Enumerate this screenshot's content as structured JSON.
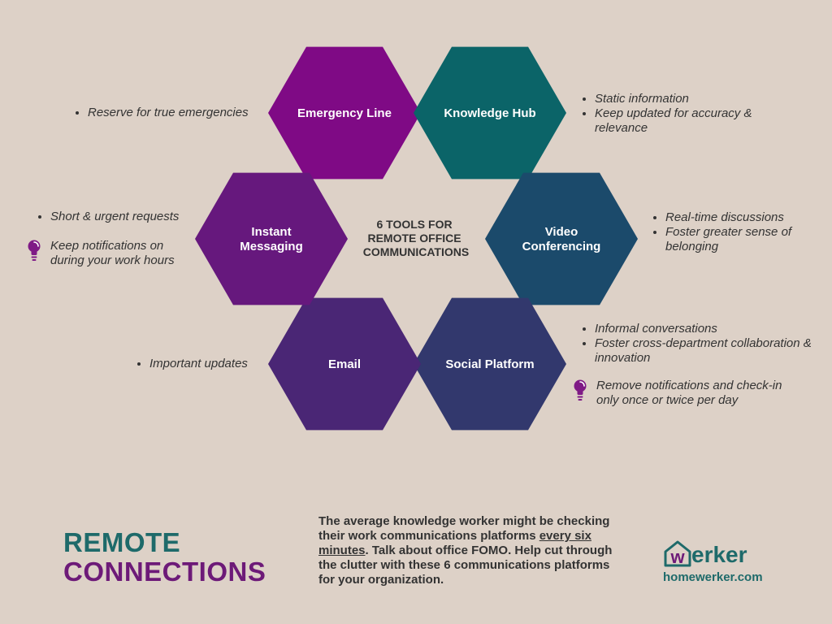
{
  "center": {
    "lines": [
      "6 TOOLS FOR",
      "REMOTE OFFICE",
      "COMMUNICATIONS"
    ]
  },
  "tools": [
    {
      "id": "emergency-line",
      "lines": [
        "Emergency Line"
      ],
      "color": "#7f0a85"
    },
    {
      "id": "knowledge-hub",
      "lines": [
        "Knowledge Hub"
      ],
      "color": "#0b6468"
    },
    {
      "id": "video-conferencing",
      "lines": [
        "Video",
        "Conferencing"
      ],
      "color": "#1b4a6b"
    },
    {
      "id": "social-platform",
      "lines": [
        "Social Platform"
      ],
      "color": "#32386d"
    },
    {
      "id": "email",
      "lines": [
        "Email"
      ],
      "color": "#4a2675"
    },
    {
      "id": "instant-messaging",
      "lines": [
        "Instant",
        "Messaging"
      ],
      "color": "#66187d"
    }
  ],
  "notes": {
    "emergency": [
      "Reserve for true emergencies"
    ],
    "knowledge": [
      "Static information",
      "Keep updated for accuracy & relevance"
    ],
    "instant": [
      "Short & urgent requests"
    ],
    "instant_tip": "Keep notifications on during your work hours",
    "video": [
      "Real-time discussions",
      "Foster greater sense of belonging"
    ],
    "email": [
      "Important updates"
    ],
    "social": [
      "Informal conversations",
      "Foster cross-department collaboration & innovation"
    ],
    "social_tip": "Remove notifications and check-in only once or twice per day"
  },
  "footer": {
    "title_line1": "REMOTE",
    "title_line2": "CONNECTIONS",
    "blurb_part1": "The average knowledge worker might be checking their work communications platforms ",
    "blurb_link": "every six minutes",
    "blurb_part2": ". Talk about office FOMO. Help cut through the clutter with these 6 communications platforms for your organization.",
    "brand_w": "w",
    "brand_rest": "erker",
    "brand_url": "homewerker.com"
  },
  "colors": {
    "background": "#ddd1c7",
    "teal": "#1e6a6a",
    "purple": "#6d1a78",
    "bulb": "#7f1a86"
  }
}
